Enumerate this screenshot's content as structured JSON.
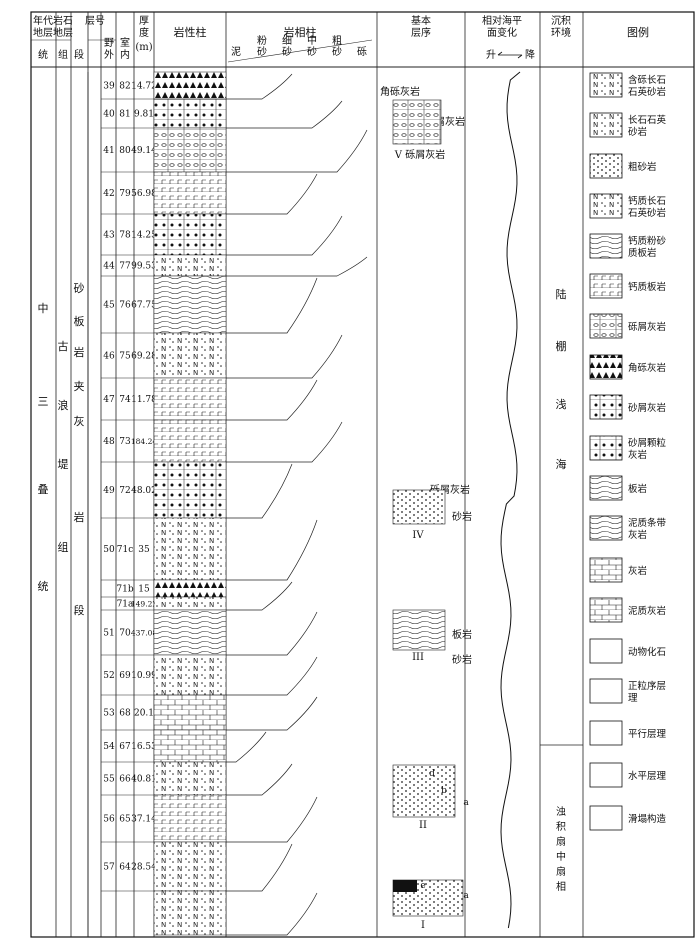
{
  "headers": {
    "era_strata": "年代地层",
    "litho_strata": "岩石地层",
    "layer_no": "层号",
    "thickness": "厚度(m)",
    "litho_column": "岩性柱",
    "facies_column": "岩相柱",
    "sequence": "基本层序",
    "sea_level": "相对海平面变化",
    "environment": "沉积环境",
    "legend": "图例",
    "system": "统",
    "group": "组",
    "section": "段",
    "field": "野外",
    "indoor": "室内",
    "grain": [
      "泥",
      "粉砂",
      "细砂",
      "中砂",
      "粗砂",
      "砾"
    ],
    "rise": "升",
    "fall": "降"
  },
  "stratigraphy": {
    "system": [
      "中",
      "三",
      "叠",
      "统"
    ],
    "formation": [
      "古",
      "浪",
      "堤",
      "组"
    ],
    "member": [
      "砂",
      "板",
      "岩",
      "夹",
      "灰",
      "岩",
      "段"
    ]
  },
  "layers": [
    {
      "field": "39",
      "indoor": "82",
      "thick": "14.72"
    },
    {
      "field": "40",
      "indoor": "81",
      "thick": "9.81"
    },
    {
      "field": "41",
      "indoor": "80",
      "thick": "49.14"
    },
    {
      "field": "42",
      "indoor": "79",
      "thick": "56.98"
    },
    {
      "field": "43",
      "indoor": "78",
      "thick": "14.25"
    },
    {
      "field": "44",
      "indoor": "77",
      "thick": "99.53"
    },
    {
      "field": "45",
      "indoor": "76",
      "thick": "67.75"
    },
    {
      "field": "46",
      "indoor": "75",
      "thick": "69.28"
    },
    {
      "field": "47",
      "indoor": "74",
      "thick": "11.78"
    },
    {
      "field": "48",
      "indoor": "73",
      "thick": "184.24"
    },
    {
      "field": "49",
      "indoor": "72",
      "thick": "48.02"
    },
    {
      "field": "50",
      "indoor": "71c",
      "thick": "35"
    },
    {
      "field": "",
      "indoor": "71b",
      "thick": "15"
    },
    {
      "field": "",
      "indoor": "71a",
      "thick": "149.22"
    },
    {
      "field": "51",
      "indoor": "70",
      "thick": "437.08"
    },
    {
      "field": "52",
      "indoor": "69",
      "thick": "10.99"
    },
    {
      "field": "53",
      "indoor": "68",
      "thick": "20.1"
    },
    {
      "field": "54",
      "indoor": "67",
      "thick": "16.53"
    },
    {
      "field": "55",
      "indoor": "66",
      "thick": "40.81"
    },
    {
      "field": "56",
      "indoor": "65",
      "thick": "37.14"
    },
    {
      "field": "57",
      "indoor": "64",
      "thick": "28.54"
    }
  ],
  "sequences": [
    {
      "label": "角砾灰岩"
    },
    {
      "label": "砂屑灰岩"
    },
    {
      "label": "V 砾屑灰岩"
    },
    {
      "label": "砾屑灰岩"
    },
    {
      "label": "IV"
    },
    {
      "label": "砂岩"
    },
    {
      "label": "板岩"
    },
    {
      "label": "III"
    },
    {
      "label": "砂岩"
    },
    {
      "label": "II"
    },
    {
      "label": "I"
    }
  ],
  "seq_letters": [
    "d",
    "b",
    "a",
    "e",
    "a"
  ],
  "environments": {
    "upper": [
      "陆",
      "棚",
      "浅",
      "海"
    ],
    "lower": [
      "浊",
      "积",
      "扇",
      "中",
      "扇",
      "相"
    ]
  },
  "legend": [
    {
      "label": "含砾长石石英砂岩",
      "pattern": "nd"
    },
    {
      "label": "长石石英砂岩",
      "pattern": "n"
    },
    {
      "label": "粗砂岩",
      "pattern": "dots"
    },
    {
      "label": "钙质长石石英砂岩",
      "pattern": "ncal"
    },
    {
      "label": "钙质粉砂质板岩",
      "pattern": "siltslate"
    },
    {
      "label": "钙质板岩",
      "pattern": "calslate"
    },
    {
      "label": "砾屑灰岩",
      "pattern": "ovals"
    },
    {
      "label": "角砾灰岩",
      "pattern": "tri"
    },
    {
      "label": "砂屑灰岩",
      "pattern": "dotlime"
    },
    {
      "label": "砂屑颗粒灰岩",
      "pattern": "sigma"
    },
    {
      "label": "板岩",
      "pattern": "waves"
    },
    {
      "label": "泥质条带灰岩",
      "pattern": "band"
    },
    {
      "label": "灰岩",
      "pattern": "brick"
    },
    {
      "label": "泥质灰岩",
      "pattern": "marl"
    },
    {
      "label": "动物化石",
      "pattern": "fossil"
    },
    {
      "label": "正粒序层理",
      "pattern": "graded"
    },
    {
      "label": "平行层理",
      "pattern": "parallel"
    },
    {
      "label": "水平层理",
      "pattern": "horizontal"
    },
    {
      "label": "滑塌构造",
      "pattern": "slump"
    }
  ]
}
